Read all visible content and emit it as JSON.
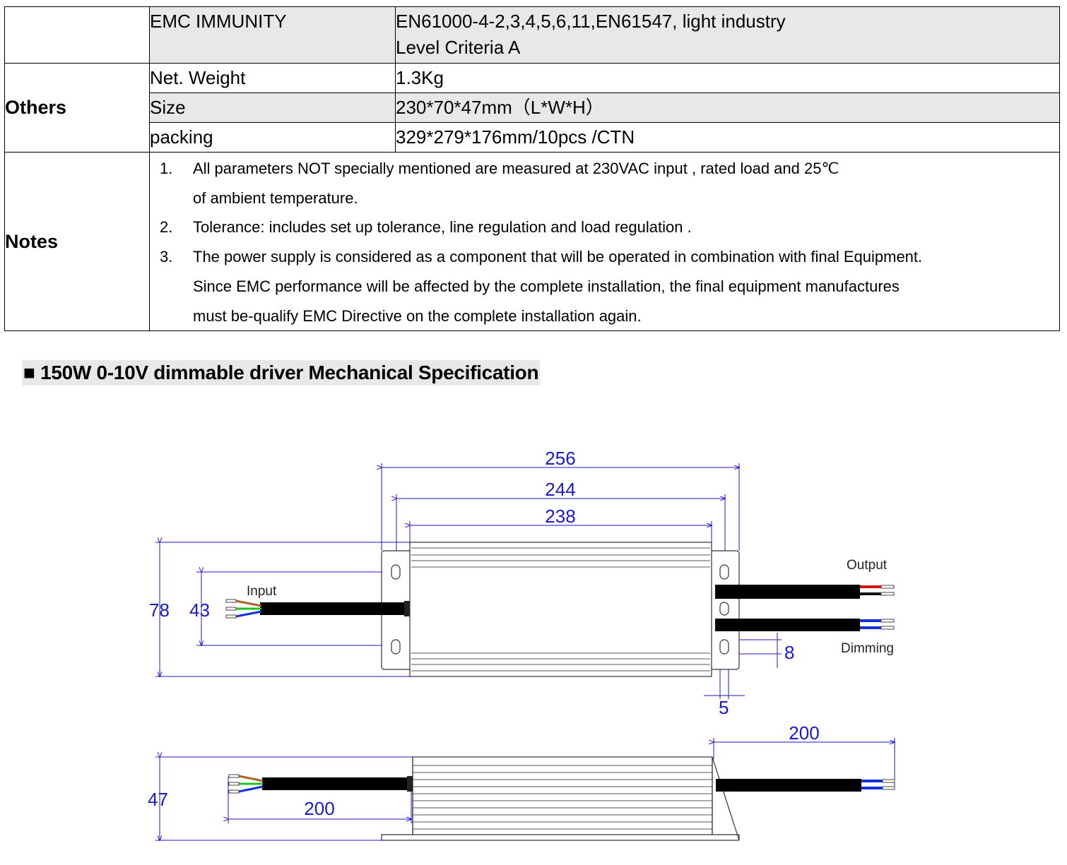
{
  "table": {
    "emc": {
      "label": "EMC IMMUNITY",
      "value_line1": "EN61000-4-2,3,4,5,6,11,EN61547, light industry",
      "value_line2": "Level Criteria A"
    },
    "others": {
      "category": "Others",
      "rows": [
        {
          "label": "Net. Weight",
          "value": "1.3Kg"
        },
        {
          "label": "Size",
          "value": "230*70*47mm（L*W*H）"
        },
        {
          "label": "packing",
          "value": "329*279*176mm/10pcs /CTN"
        }
      ]
    },
    "notes": {
      "category": "Notes",
      "items": [
        {
          "num": "1.",
          "lines": [
            "All parameters NOT specially mentioned are measured at 230VAC input , rated load and 25℃",
            "of ambient temperature."
          ]
        },
        {
          "num": "2.",
          "lines": [
            "Tolerance: includes set up tolerance, line regulation and load regulation ."
          ]
        },
        {
          "num": "3.",
          "lines": [
            "The power supply is considered as a component that will be operated in combination with final Equipment.",
            "Since EMC performance will be affected by the complete installation, the final equipment manufactures",
            "must be-qualify EMC Directive on the complete installation again."
          ]
        }
      ]
    }
  },
  "section_title": "■ 150W 0-10V dimmable driver Mechanical Specification",
  "drawing": {
    "top_view": {
      "dim_256": "256",
      "dim_244": "244",
      "dim_238": "238",
      "dim_78": "78",
      "dim_43": "43",
      "dim_8": "8",
      "dim_5": "5",
      "label_input": "Input",
      "label_output": "Output",
      "label_dimming": "Dimming"
    },
    "side_view": {
      "dim_47": "47",
      "dim_200_left": "200",
      "dim_200_right": "200"
    },
    "colors": {
      "dimension": "#1a1acc",
      "cable": "#000000",
      "wire_red": "#e01010",
      "wire_blue": "#1030e0",
      "wire_green": "#20c020",
      "wire_brown": "#b06020"
    }
  }
}
